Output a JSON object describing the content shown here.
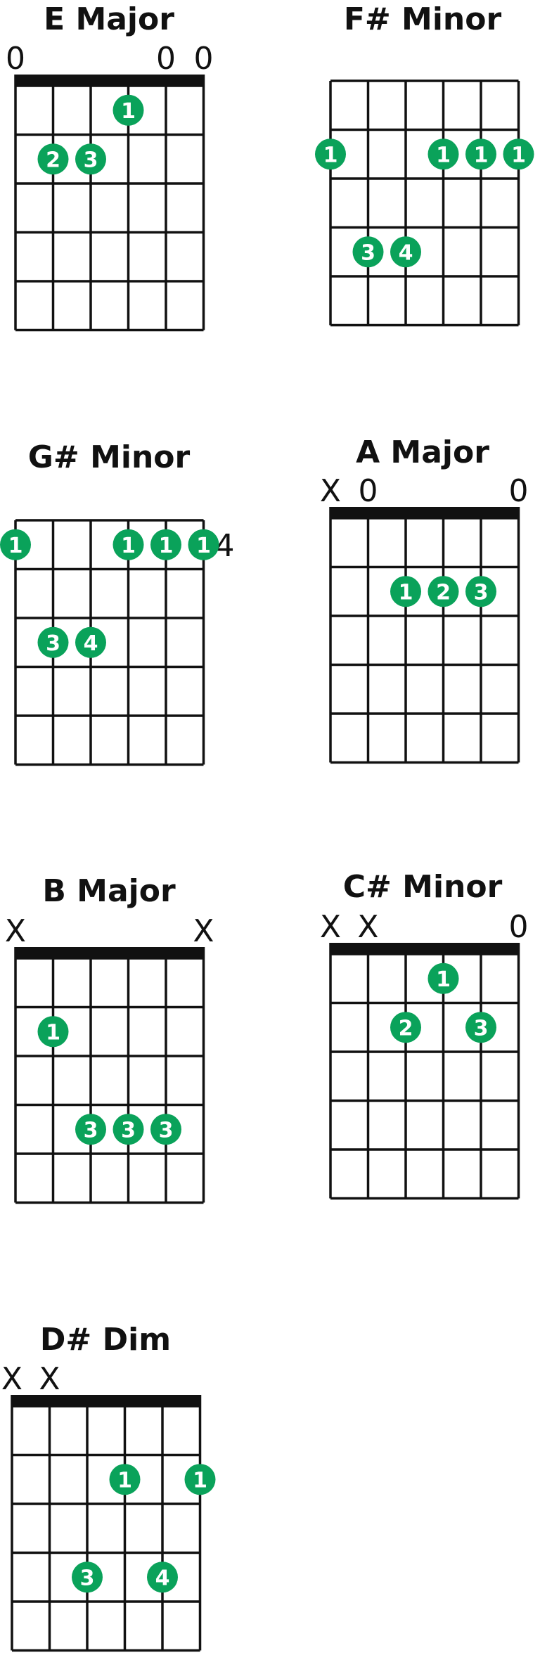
{
  "colors": {
    "line": "#111111",
    "dot": "#0aa25a",
    "dot_label": "#ffffff",
    "background": "#ffffff"
  },
  "chords": [
    {
      "name": "E Major",
      "nut": true,
      "fret_label": "",
      "markers": [
        "0",
        "",
        "",
        "",
        "0",
        "0"
      ],
      "fingers": [
        {
          "string": 4,
          "fret": 1,
          "label": "1"
        },
        {
          "string": 2,
          "fret": 2,
          "label": "2"
        },
        {
          "string": 3,
          "fret": 2,
          "label": "3"
        }
      ]
    },
    {
      "name": "F# Minor",
      "nut": false,
      "fret_label": "",
      "markers": [
        "",
        "",
        "",
        "",
        "",
        ""
      ],
      "fingers": [
        {
          "string": 1,
          "fret": 2,
          "label": "1"
        },
        {
          "string": 4,
          "fret": 2,
          "label": "1"
        },
        {
          "string": 5,
          "fret": 2,
          "label": "1"
        },
        {
          "string": 6,
          "fret": 2,
          "label": "1"
        },
        {
          "string": 2,
          "fret": 4,
          "label": "3"
        },
        {
          "string": 3,
          "fret": 4,
          "label": "4"
        }
      ]
    },
    {
      "name": "G# Minor",
      "nut": false,
      "fret_label": "4",
      "markers": [
        "",
        "",
        "",
        "",
        "",
        ""
      ],
      "fingers": [
        {
          "string": 1,
          "fret": 1,
          "label": "1"
        },
        {
          "string": 4,
          "fret": 1,
          "label": "1"
        },
        {
          "string": 5,
          "fret": 1,
          "label": "1"
        },
        {
          "string": 6,
          "fret": 1,
          "label": "1"
        },
        {
          "string": 2,
          "fret": 3,
          "label": "3"
        },
        {
          "string": 3,
          "fret": 3,
          "label": "4"
        }
      ]
    },
    {
      "name": "A Major",
      "nut": true,
      "fret_label": "",
      "markers": [
        "X",
        "0",
        "",
        "",
        "",
        "0"
      ],
      "fingers": [
        {
          "string": 3,
          "fret": 2,
          "label": "1"
        },
        {
          "string": 4,
          "fret": 2,
          "label": "2"
        },
        {
          "string": 5,
          "fret": 2,
          "label": "3"
        }
      ]
    },
    {
      "name": "B Major",
      "nut": true,
      "fret_label": "",
      "markers": [
        "X",
        "",
        "",
        "",
        "",
        "X"
      ],
      "fingers": [
        {
          "string": 2,
          "fret": 2,
          "label": "1"
        },
        {
          "string": 3,
          "fret": 4,
          "label": "3"
        },
        {
          "string": 4,
          "fret": 4,
          "label": "3"
        },
        {
          "string": 5,
          "fret": 4,
          "label": "3"
        }
      ]
    },
    {
      "name": "C# Minor",
      "nut": true,
      "fret_label": "",
      "markers": [
        "X",
        "X",
        "",
        "",
        "",
        "0"
      ],
      "fingers": [
        {
          "string": 4,
          "fret": 1,
          "label": "1"
        },
        {
          "string": 3,
          "fret": 2,
          "label": "2"
        },
        {
          "string": 5,
          "fret": 2,
          "label": "3"
        }
      ]
    },
    {
      "name": "D# Dim",
      "nut": true,
      "fret_label": "",
      "markers": [
        "X",
        "X",
        "",
        "",
        "",
        ""
      ],
      "fingers": [
        {
          "string": 4,
          "fret": 2,
          "label": "1"
        },
        {
          "string": 6,
          "fret": 2,
          "label": "1"
        },
        {
          "string": 3,
          "fret": 4,
          "label": "3"
        },
        {
          "string": 5,
          "fret": 4,
          "label": "4"
        }
      ]
    }
  ]
}
